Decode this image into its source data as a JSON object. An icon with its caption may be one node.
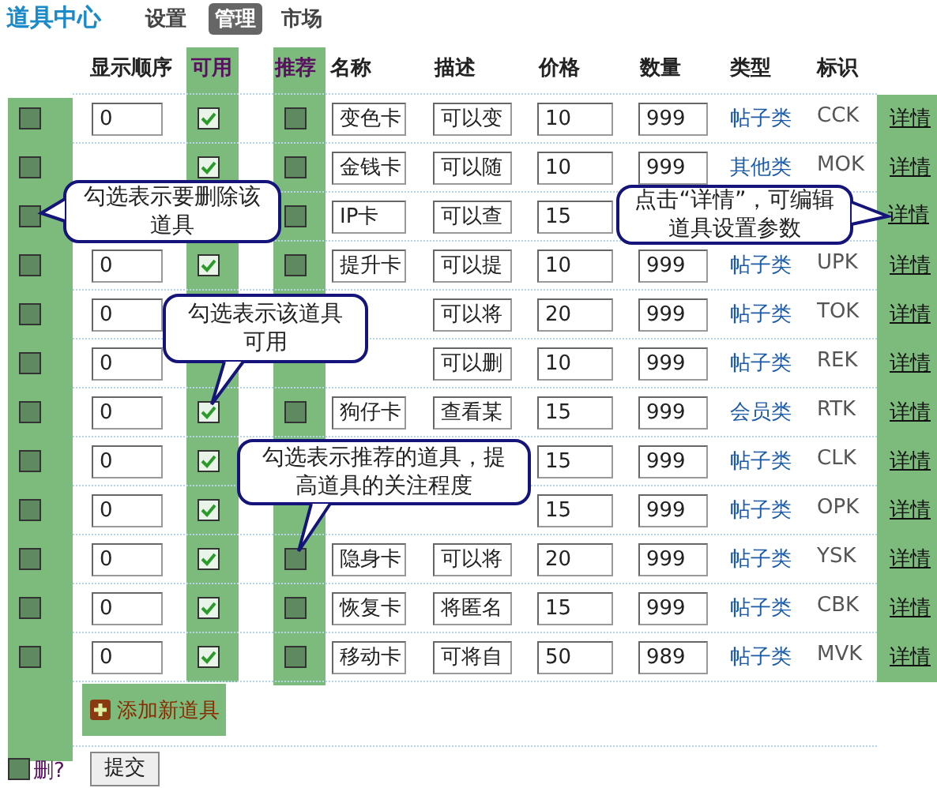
{
  "diagram": {
    "nodes": [
      {
        "text": [
          "勾选表示要删除该道具"
        ]
      },
      {
        "text": [
          "点击“详情”，可编辑道具设置参数"
        ]
      },
      {
        "text": [
          "详情"
        ]
      },
      {
        "text": [
          "勾选表示该道具可用"
        ]
      },
      {
        "text": [
          "勾选表示推荐的道具，提高道具的关注程度"
        ]
      }
    ],
    "edges": [
      {
        "from": 0,
        "to": null,
        "arrow": "to"
      },
      {
        "from": 1,
        "to": 2,
        "arrow": "to"
      },
      {
        "from": 3,
        "to": null,
        "arrow": "to"
      },
      {
        "from": 4,
        "to": null,
        "arrow": "to"
      }
    ],
    "labels": [
      "道具中心",
      "设置",
      "管理",
      "市场",
      "显示顺序",
      "可用",
      "推荐",
      "名称",
      "描述",
      "价格",
      "数量",
      "类型",
      "标识",
      "0",
      "变色卡",
      "可以变",
      "10",
      "999",
      "帖子类",
      "CCK",
      "详情",
      "金钱卡",
      "可以随",
      "10",
      "999",
      "其他类",
      "MOK",
      "详情",
      "IP卡",
      "可以查",
      "15",
      "0",
      "提升卡",
      "可以提",
      "10",
      "999",
      "帖子类",
      "UPK",
      "详情",
      "0",
      "可以将",
      "20",
      "999",
      "帖子类",
      "TOK",
      "详情",
      "0",
      "可以删",
      "10",
      "999",
      "帖子类",
      "REK",
      "详情",
      "0",
      "狗仔卡",
      "查看某",
      "15",
      "999",
      "会员类",
      "RTK",
      "详情",
      "0",
      "15",
      "999",
      "帖子类",
      "CLK",
      "详情",
      "0",
      "15",
      "999",
      "帖子类",
      "OPK",
      "详情",
      "0",
      "隐身卡",
      "可以将",
      "20",
      "999",
      "帖子类",
      "YSK",
      "详情",
      "0",
      "恢复卡",
      "将匿名",
      "15",
      "999",
      "帖子类",
      "CBK",
      "详情",
      "0",
      "移动卡",
      "可将自",
      "50",
      "989",
      "帖子类",
      "MVK",
      "详情",
      "添加新道具",
      "删?",
      "提交"
    ]
  }
}
